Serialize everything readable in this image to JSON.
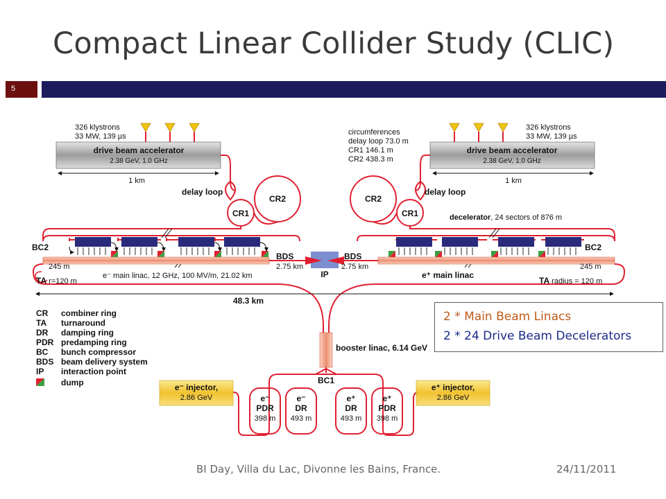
{
  "slide": {
    "title": "Compact Linear Collider Study (CLIC)",
    "number": "5",
    "footer_left": "BI Day, Villa du Lac, Divonne les Bains, France.",
    "footer_right": "24/11/2011"
  },
  "colors": {
    "header_bar": "#1c1c5c",
    "slide_number_box": "#6b0f0f",
    "beamline": "#e02030",
    "accelerator_grey": "#a8a8a8",
    "injector_yellow": "#f5d247",
    "klystron_yellow": "#f1c40f",
    "decelerator_blue": "#2a2a7c",
    "linac_orange": "#f2b09a"
  },
  "info_box": {
    "line1": "2 * Main Beam Linacs",
    "line2": "2 * 24 Drive Beam Decelerators"
  },
  "diagram": {
    "left_drive": {
      "klystrons_line1": "326 klystrons",
      "klystrons_line2": "33 MW, 139 µs",
      "accelerator_name": "drive beam accelerator",
      "accelerator_specs": "2.38 GeV, 1.0 GHz",
      "length": "1 km",
      "delay_loop": "delay loop",
      "cr2": "CR2",
      "cr1": "CR1"
    },
    "right_drive": {
      "circumferences_title": "circumferences",
      "circ_delay_loop": "delay loop 73.0 m",
      "circ_cr1": "CR1 146.1 m",
      "circ_cr2": "CR2 438.3 m",
      "klystrons_line1": "326 klystrons",
      "klystrons_line2": "33 MW, 139 µs",
      "accelerator_name": "drive beam accelerator",
      "accelerator_specs": "2.38 GeV, 1.0 GHz",
      "length": "1 km",
      "delay_loop": "delay loop",
      "cr2": "CR2",
      "cr1": "CR1",
      "decelerator": "decelerator",
      "decelerator_detail": ", 24 sectors of 876 m"
    },
    "main_linacs": {
      "bc2_left": "BC2",
      "bc2_right": "BC2",
      "bds_left": "BDS",
      "bds_left_len": "2.75 km",
      "bds_right": "BDS",
      "bds_right_len": "2.75 km",
      "ip": "IP",
      "len_245_left": "245 m",
      "len_245_right": "245 m",
      "ta_left": "TA",
      "ta_left_detail": " r=120 m",
      "ta_right": "TA",
      "ta_right_detail": " radius = 120 m",
      "linac_left": "e⁻ main linac, 12 GHz, 100 MV/m, 21.02 km",
      "linac_right": "e⁺ main linac",
      "total_length": "48.3 km"
    },
    "legend": [
      {
        "abbr": "CR",
        "text": "combiner ring"
      },
      {
        "abbr": "TA",
        "text": "turnaround"
      },
      {
        "abbr": "DR",
        "text": "damping ring"
      },
      {
        "abbr": "PDR",
        "text": "predamping ring"
      },
      {
        "abbr": "BC",
        "text": "bunch compressor"
      },
      {
        "abbr": "BDS",
        "text": "beam delivery system"
      },
      {
        "abbr": "IP",
        "text": "interaction point"
      },
      {
        "abbr": "",
        "text": "dump"
      }
    ],
    "injectors": {
      "booster": "booster linac, 6.14 GeV",
      "bc1": "BC1",
      "eminus_injector": "e⁻ injector,",
      "eminus_energy": "2.86 GeV",
      "eplus_injector": "e⁺ injector,",
      "eplus_energy": "2.86 GeV",
      "rings": [
        {
          "particle": "e⁻",
          "name": "PDR",
          "length": "398 m"
        },
        {
          "particle": "e⁻",
          "name": "DR",
          "length": "493 m"
        },
        {
          "particle": "e⁺",
          "name": "DR",
          "length": "493 m"
        },
        {
          "particle": "e⁺",
          "name": "PDR",
          "length": "398 m"
        }
      ]
    }
  }
}
